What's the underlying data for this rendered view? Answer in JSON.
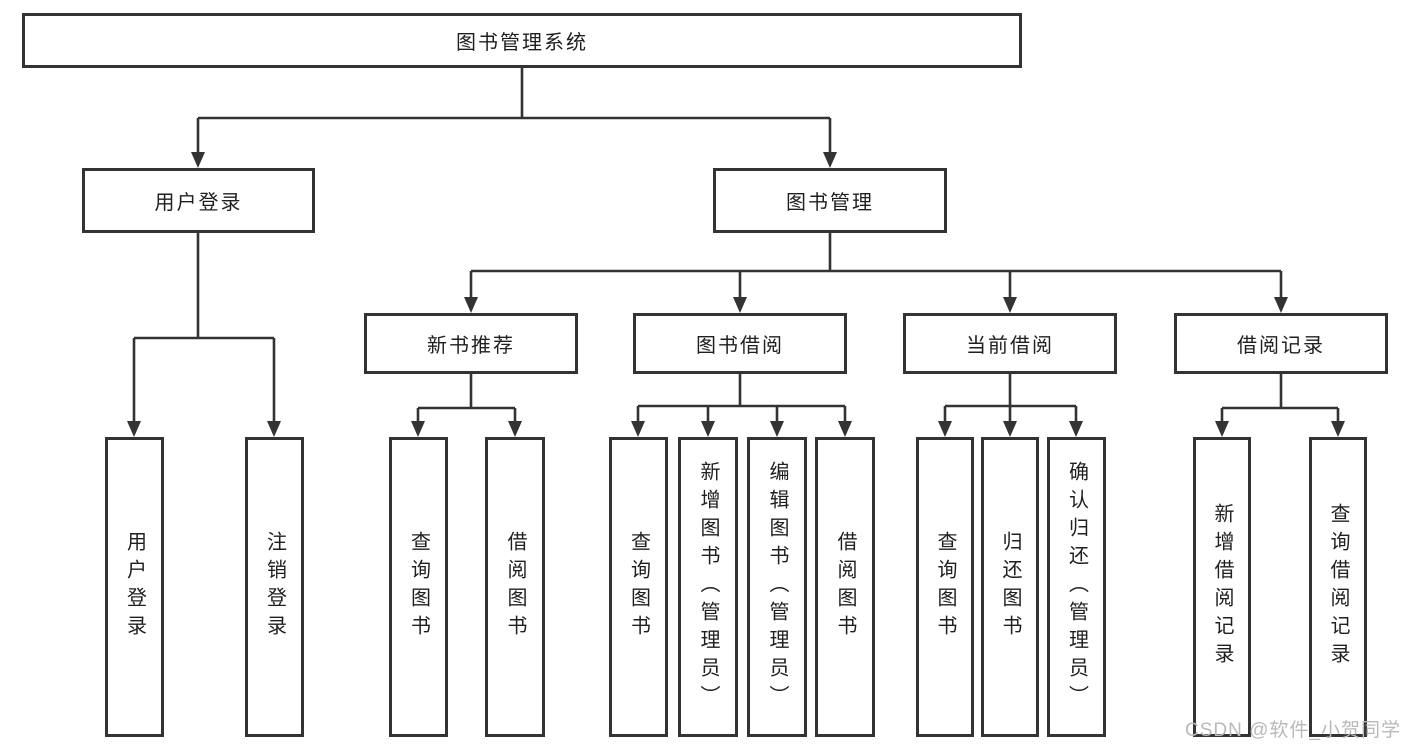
{
  "root": {
    "label": "图书管理系统"
  },
  "user_login": {
    "label": "用户登录",
    "children": [
      {
        "label": "用户登录"
      },
      {
        "label": "注销登录"
      }
    ]
  },
  "book_mgmt": {
    "label": "图书管理"
  },
  "new_books": {
    "label": "新书推荐",
    "children": [
      {
        "label": "查询图书"
      },
      {
        "label": "借阅图书"
      }
    ]
  },
  "book_borrow": {
    "label": "图书借阅",
    "children": [
      {
        "label": "查询图书"
      },
      {
        "label": "新增图书（管理员）"
      },
      {
        "label": "编辑图书（管理员）"
      },
      {
        "label": "借阅图书"
      }
    ]
  },
  "current_borrow": {
    "label": "当前借阅",
    "children": [
      {
        "label": "查询图书"
      },
      {
        "label": "归还图书"
      },
      {
        "label": "确认归还（管理员）"
      }
    ]
  },
  "borrow_records": {
    "label": "借阅记录",
    "children": [
      {
        "label": "新增借阅记录"
      },
      {
        "label": "查询借阅记录"
      }
    ]
  },
  "watermark": {
    "text": "CSDN @软件_小贺同学"
  },
  "colors": {
    "line": "#333333",
    "box_border": "#333333",
    "text": "#1f1f1f",
    "watermark": "#b9b9b9"
  }
}
